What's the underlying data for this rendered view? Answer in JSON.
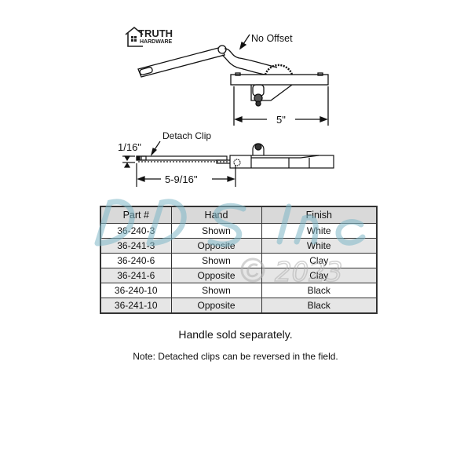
{
  "brand": {
    "name_line1": "TRUTH",
    "name_line2": "HARDWARE"
  },
  "diagram_top": {
    "callout": "No Offset",
    "dimension_width": "5\""
  },
  "diagram_side": {
    "callout": "Detach Clip",
    "dimension_thickness": "1/16\"",
    "dimension_length": "5-9/16\""
  },
  "table": {
    "headers": [
      "Part #",
      "Hand",
      "Finish"
    ],
    "rows": [
      [
        "36-240-3",
        "Shown",
        "White"
      ],
      [
        "36-241-3",
        "Opposite",
        "White"
      ],
      [
        "36-240-6",
        "Shown",
        "Clay"
      ],
      [
        "36-241-6",
        "Opposite",
        "Clay"
      ],
      [
        "36-240-10",
        "Shown",
        "Black"
      ],
      [
        "36-241-10",
        "Opposite",
        "Black"
      ]
    ]
  },
  "watermark": {
    "text": "DDS Inc",
    "copyright": "© 2023",
    "color": "#7fb8c8"
  },
  "notes": {
    "handle": "Handle sold separately.",
    "note_label": "Note:",
    "note_text": " Detached clips can be reversed in the field."
  }
}
